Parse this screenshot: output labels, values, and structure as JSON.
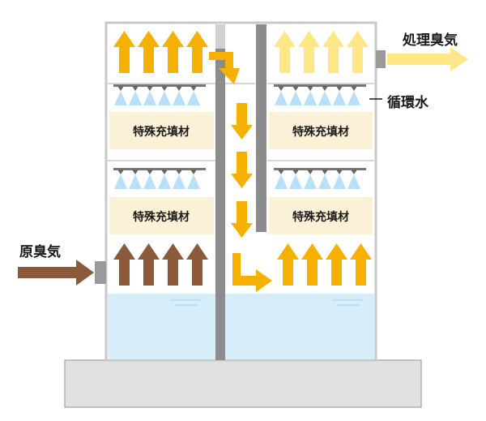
{
  "labels": {
    "treated_air": "処理臭気",
    "circulating_water": "循環水",
    "raw_air": "原臭気",
    "packing_upper_left": "特殊充填材",
    "packing_lower_left": "特殊充填材",
    "packing_upper_right": "特殊充填材",
    "packing_lower_right": "特殊充填材"
  },
  "colors": {
    "tower_wall": "#c8c8c8",
    "tower_fill": "#ffffff",
    "base": "#e0e0e0",
    "base_border": "#b0b0b0",
    "partition": "#8c8c8c",
    "partition_light": "#d0d0d0",
    "water": "#d6eefa",
    "water_line": "#9fd3ee",
    "packing": "#fbf1d6",
    "spray": "#b8e0f8",
    "nozzle": "#666666",
    "arrow_orange": "#f5b000",
    "arrow_orange_light": "#ffe788",
    "arrow_brown": "#8a5a3a",
    "pipe": "#9a9a9a",
    "text": "#1a1a1a"
  },
  "icons": {
    "upflow": "up-arrow-icon",
    "downflow": "down-arrow-icon",
    "nozzle": "spray-nozzle-icon"
  }
}
